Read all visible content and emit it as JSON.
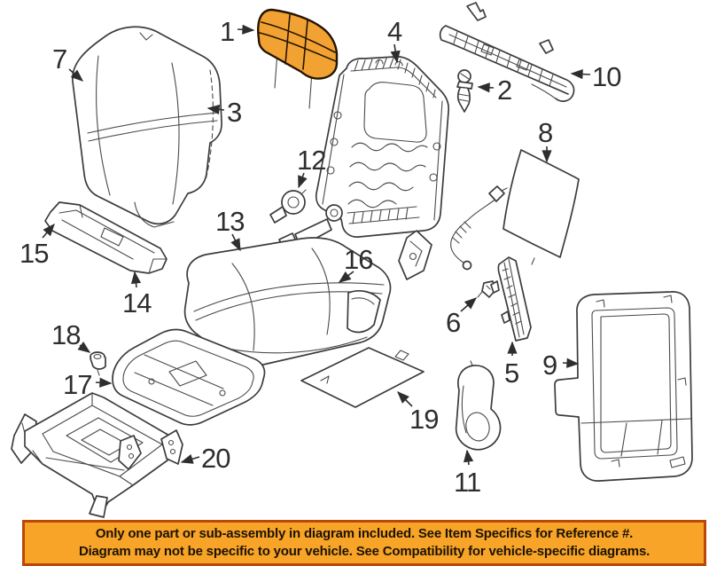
{
  "colors": {
    "highlight_orange": "#F2A233",
    "banner_background": "#F7A428",
    "banner_border": "#BB4708",
    "banner_text": "#1D1203",
    "line_art": "#3C3C3C"
  },
  "banner": {
    "line1": "Only one part or sub-assembly in diagram included. See Item Specifics for Reference #.",
    "line2": "Diagram may not be specific to your vehicle. See Compatibility for vehicle-specific diagrams."
  },
  "callouts": [
    "1",
    "2",
    "3",
    "4",
    "5",
    "6",
    "7",
    "8",
    "9",
    "10",
    "11",
    "12",
    "13",
    "14",
    "15",
    "16",
    "17",
    "18",
    "19",
    "20"
  ]
}
